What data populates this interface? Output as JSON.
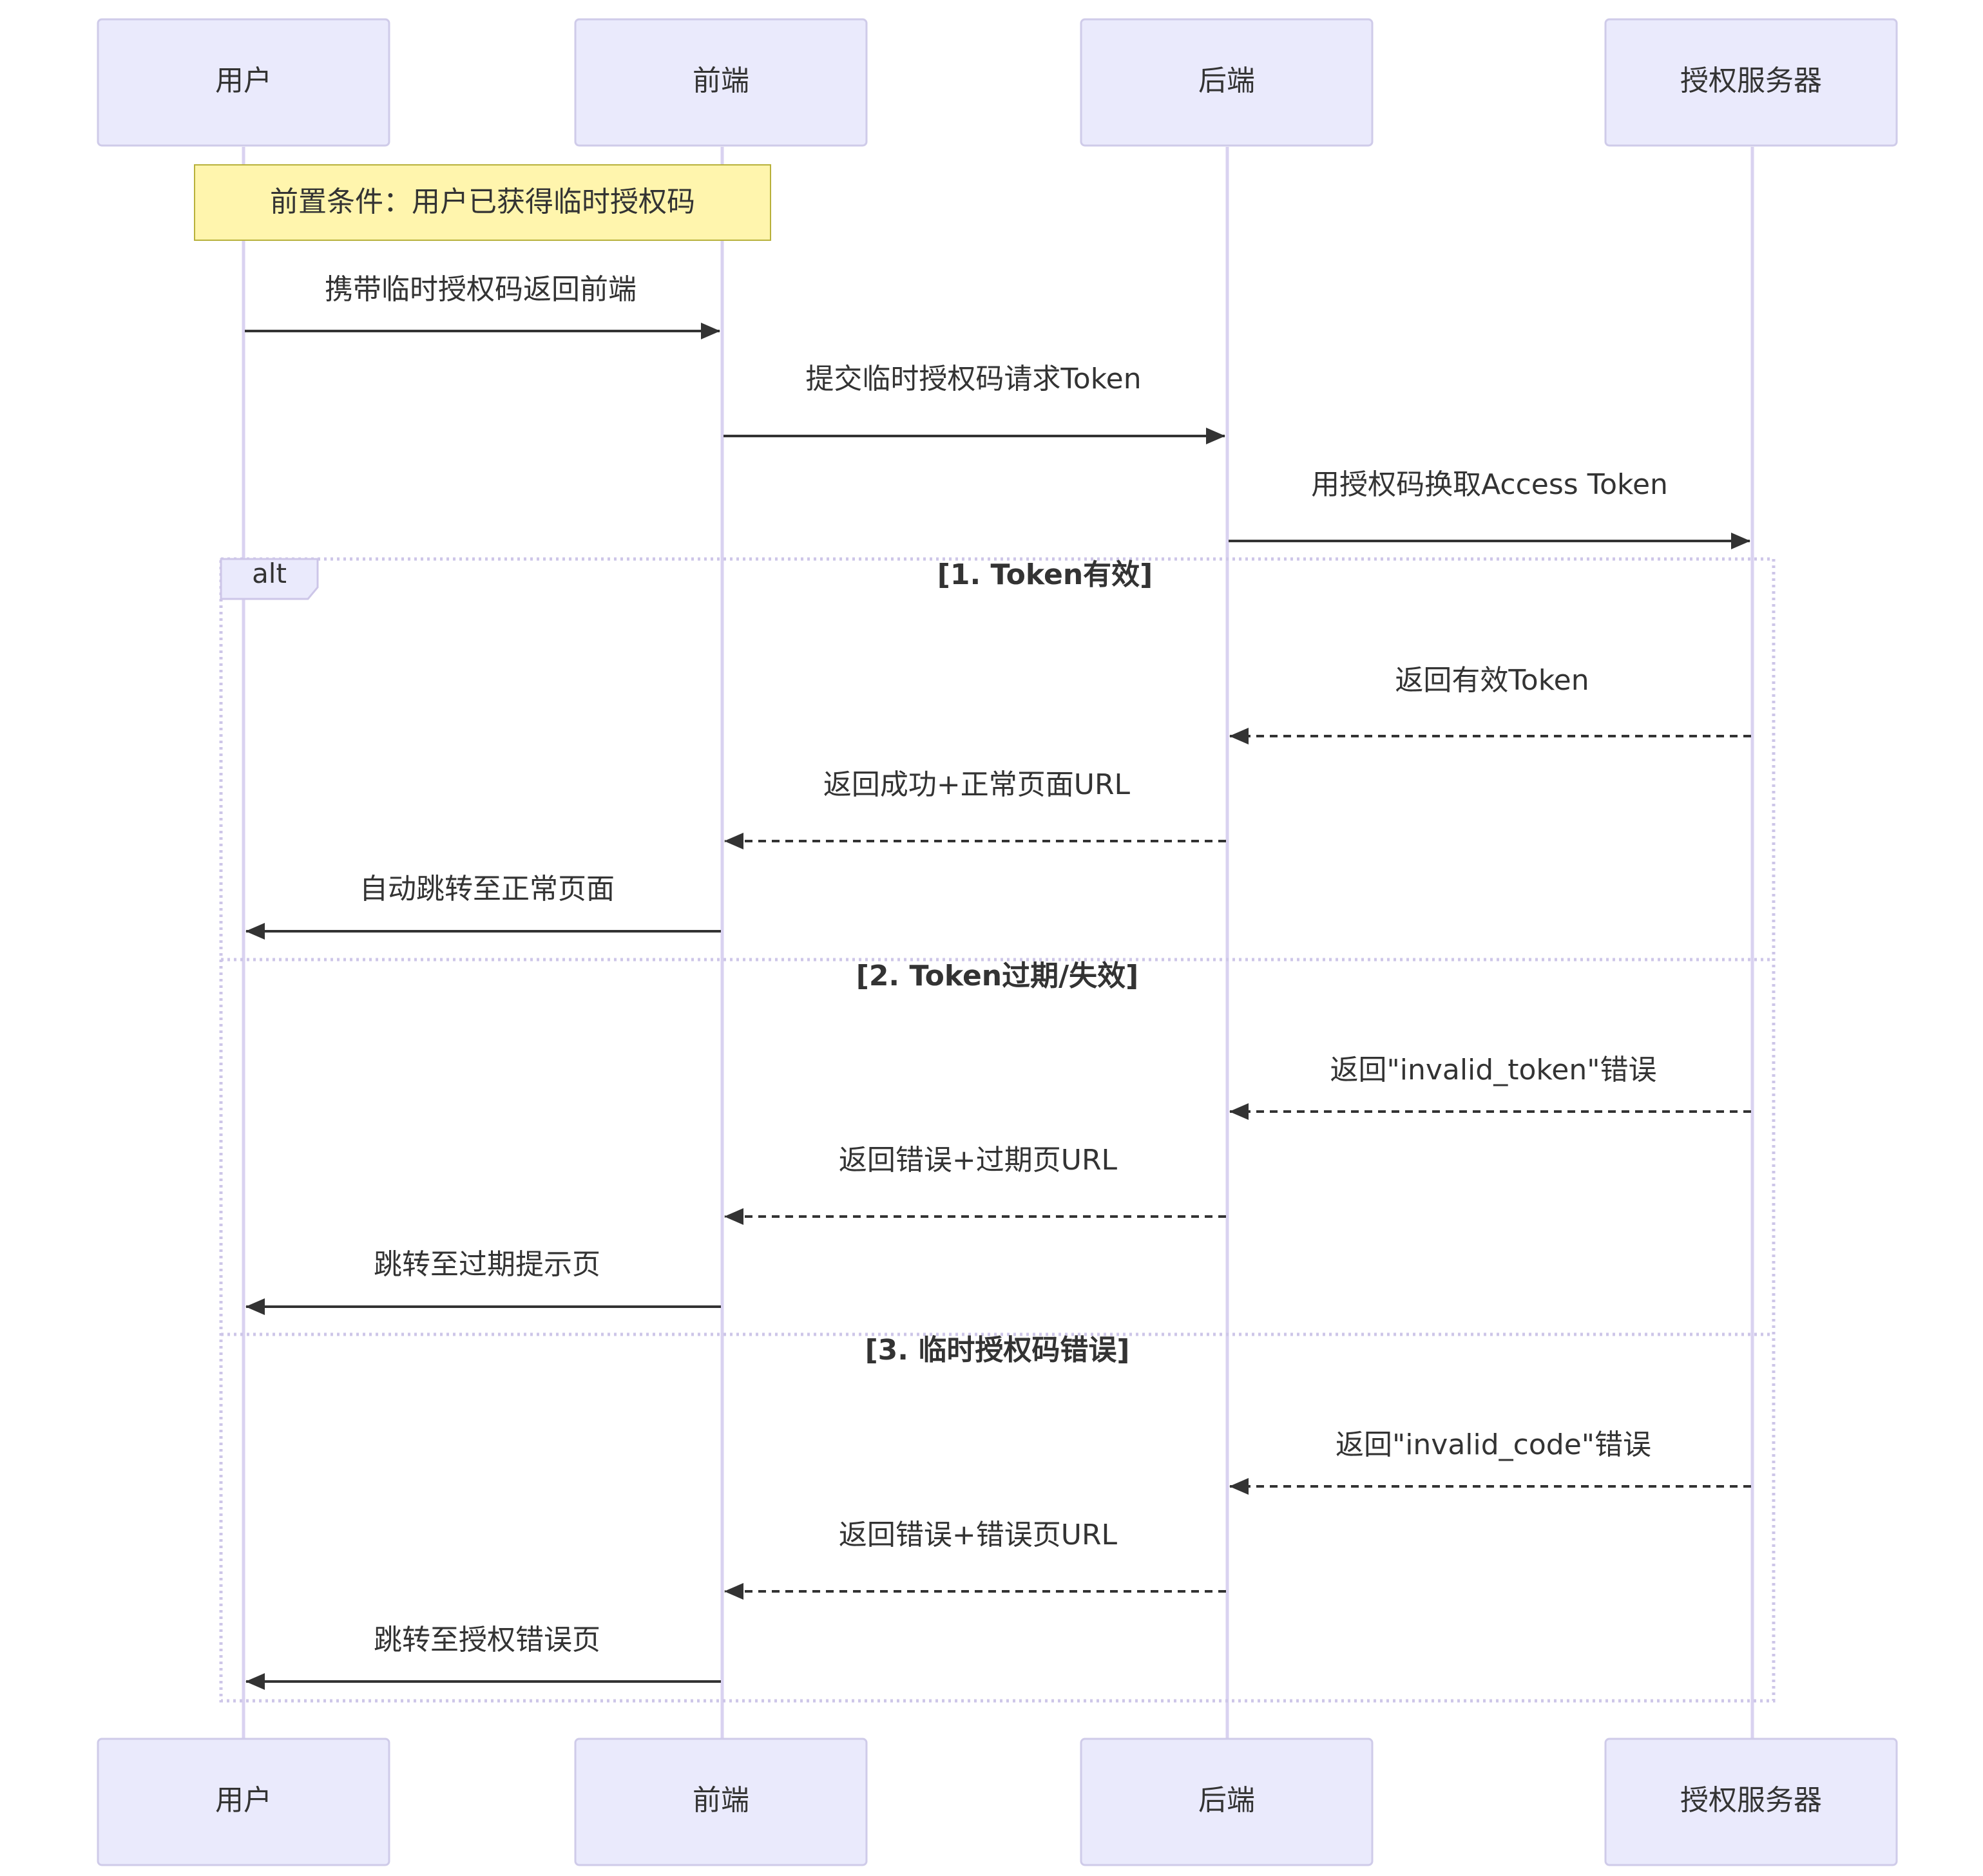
{
  "colors": {
    "actor_fill": "#eaeafc",
    "actor_stroke": "#cfcbe9",
    "lifeline": "#d9d2f0",
    "note_fill": "#fff5ad",
    "note_stroke": "#b8b13b",
    "frame_stroke": "#cdc6e8",
    "arrow": "#333333",
    "text": "#333333"
  },
  "actors": [
    {
      "id": "user",
      "label": "用户"
    },
    {
      "id": "frontend",
      "label": "前端"
    },
    {
      "id": "backend",
      "label": "后端"
    },
    {
      "id": "auth",
      "label": "授权服务器"
    }
  ],
  "note": {
    "text": "前置条件：用户已获得临时授权码",
    "over": [
      "user",
      "frontend"
    ]
  },
  "messages": [
    {
      "from": "user",
      "to": "frontend",
      "text": "携带临时授权码返回前端",
      "style": "solid"
    },
    {
      "from": "frontend",
      "to": "backend",
      "text": "提交临时授权码请求Token",
      "style": "solid"
    },
    {
      "from": "backend",
      "to": "auth",
      "text": "用授权码换取Access Token",
      "style": "solid"
    }
  ],
  "alt": {
    "keyword": "alt",
    "sections": [
      {
        "condition": "[1. Token有效]",
        "messages": [
          {
            "from": "auth",
            "to": "backend",
            "text": "返回有效Token",
            "style": "dashed"
          },
          {
            "from": "backend",
            "to": "frontend",
            "text": "返回成功+正常页面URL",
            "style": "dashed"
          },
          {
            "from": "frontend",
            "to": "user",
            "text": "自动跳转至正常页面",
            "style": "solid"
          }
        ]
      },
      {
        "condition": "[2. Token过期/失效]",
        "messages": [
          {
            "from": "auth",
            "to": "backend",
            "text": "返回\"invalid_token\"错误",
            "style": "dashed"
          },
          {
            "from": "backend",
            "to": "frontend",
            "text": "返回错误+过期页URL",
            "style": "dashed"
          },
          {
            "from": "frontend",
            "to": "user",
            "text": "跳转至过期提示页",
            "style": "solid"
          }
        ]
      },
      {
        "condition": "[3. 临时授权码错误]",
        "messages": [
          {
            "from": "auth",
            "to": "backend",
            "text": "返回\"invalid_code\"错误",
            "style": "dashed"
          },
          {
            "from": "backend",
            "to": "frontend",
            "text": "返回错误+错误页URL",
            "style": "dashed"
          },
          {
            "from": "frontend",
            "to": "user",
            "text": "跳转至授权错误页",
            "style": "solid"
          }
        ]
      }
    ]
  }
}
